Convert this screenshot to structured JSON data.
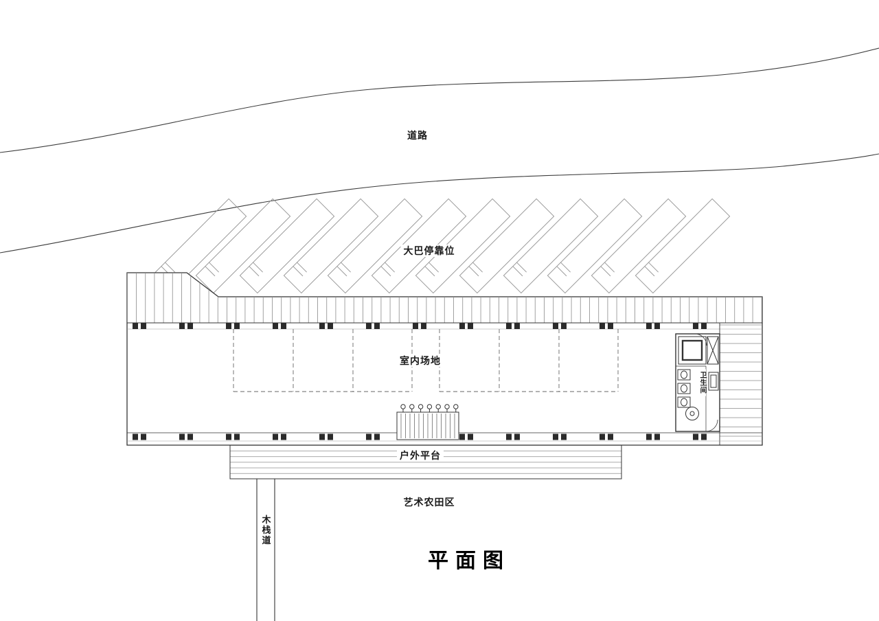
{
  "labels": {
    "road": "道路",
    "bus_parking": "大巴停靠位",
    "indoor_area": "室内场地",
    "toilet": "卫生间",
    "outdoor_platform": "户外平台",
    "art_farmland": "艺术农田区",
    "boardwalk": "木栈道",
    "plan_title": "平面图"
  },
  "colors": {
    "line": "#333333",
    "light_line": "#9a9a9a",
    "hatch": "#8a8a8a",
    "background": "#ffffff"
  }
}
